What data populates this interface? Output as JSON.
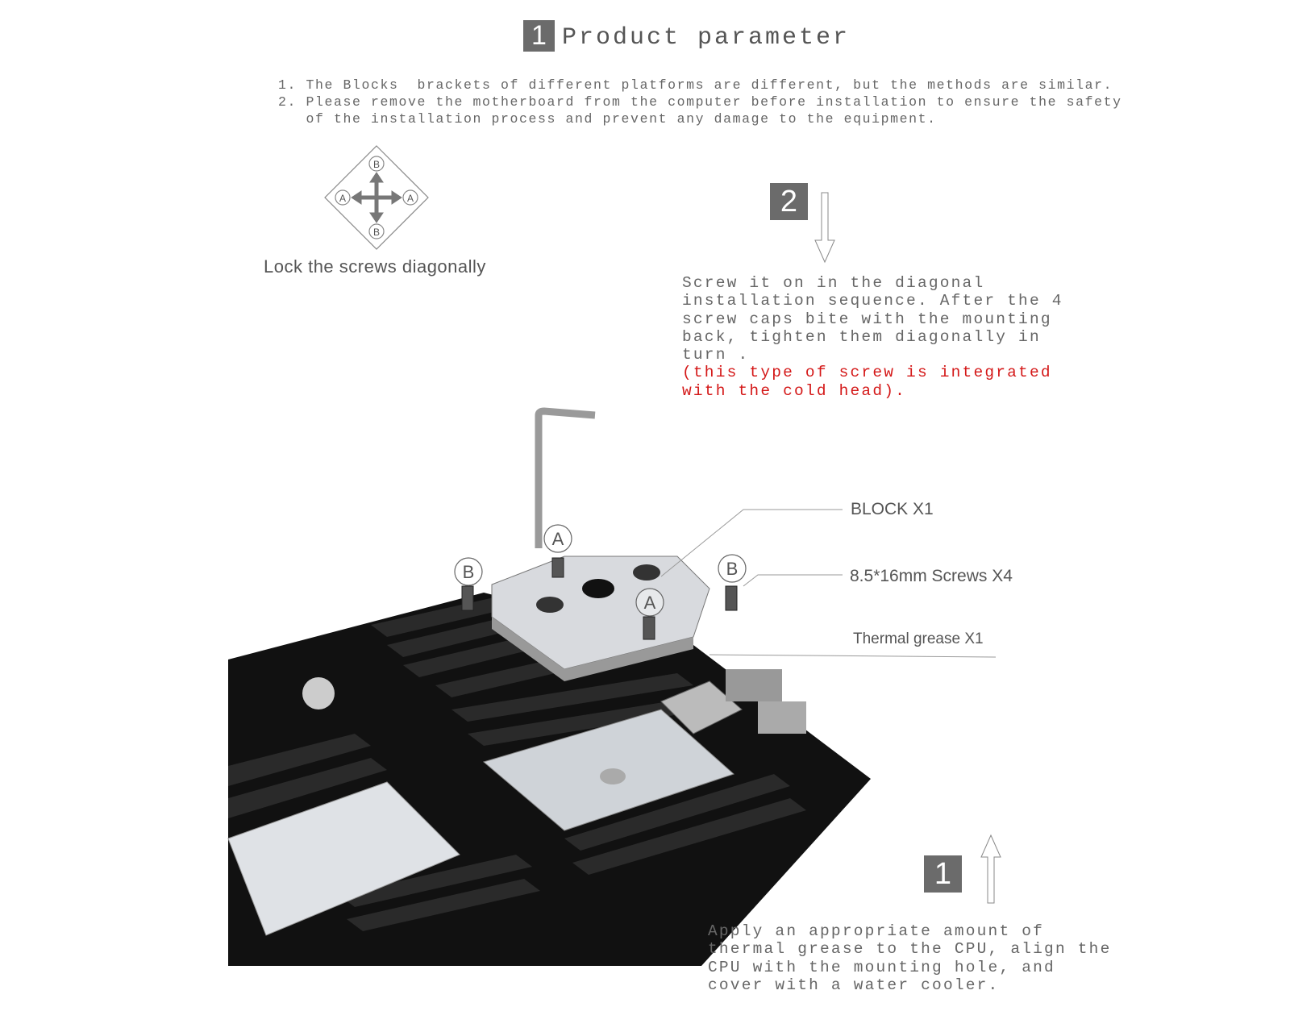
{
  "header": {
    "step_number": "1",
    "title": "Product parameter"
  },
  "notes": [
    "1. The Blocks  brackets of different platforms are different, but the methods are similar.",
    "2. Please remove the motherboard from the computer before installation to ensure the safety",
    "   of the installation process and prevent any damage to the equipment."
  ],
  "diagonal": {
    "caption": "Lock the screws diagonally",
    "labels": {
      "top": "B",
      "bottom": "B",
      "left": "A",
      "right": "A"
    }
  },
  "step2": {
    "number": "2",
    "lines": [
      "Screw it on in the diagonal",
      "installation sequence. After the 4",
      "screw caps bite with the mounting",
      "back, tighten them diagonally in",
      "turn ."
    ],
    "warning_lines": [
      "(this type of screw is integrated",
      "with the cold head)."
    ]
  },
  "parts": {
    "block": "BLOCK X1",
    "screws": "8.5*16mm Screws X4",
    "grease": "Thermal grease X1"
  },
  "screw_markers": {
    "a1": "A",
    "a2": "A",
    "b1": "B",
    "b2": "B"
  },
  "step1": {
    "number": "1",
    "lines": [
      "Apply an appropriate amount of",
      "thermal grease to the CPU, align the",
      "CPU with the mounting hole, and",
      "cover with a water cooler."
    ]
  },
  "colors": {
    "box": "#6b6b6b",
    "warning": "#d41818"
  }
}
